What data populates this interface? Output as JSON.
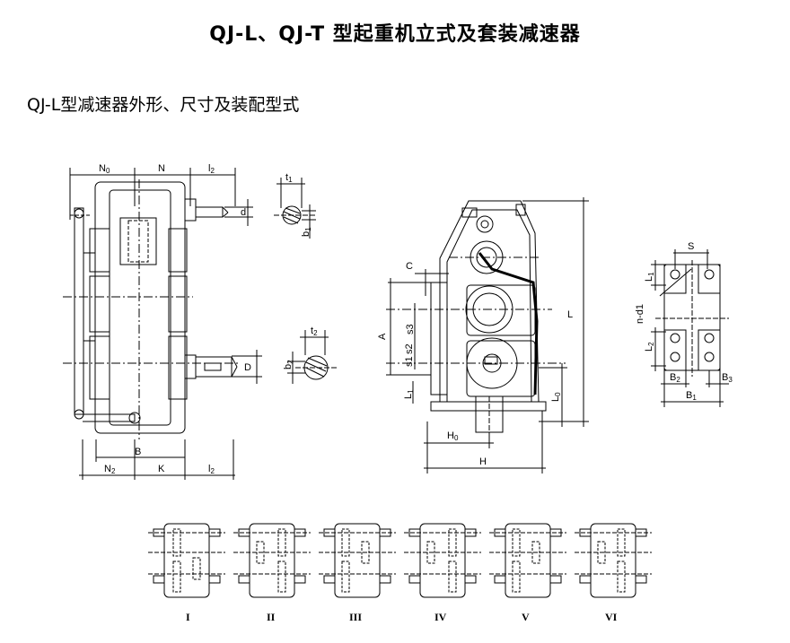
{
  "header": {
    "title": "QJ-L、QJ-T 型起重机立式及套装减速器",
    "subtitle": "QJ-L型减速器外形、尺寸及装配型式"
  },
  "dimension_labels": {
    "N0": "N",
    "N0_sub": "0",
    "N": "N",
    "l2_top": "l",
    "l2_top_sub": "2",
    "d": "d",
    "t1": "t",
    "t1_sub": "1",
    "b1": "b",
    "b1_sub": "1",
    "t2": "t",
    "t2_sub": "2",
    "b2": "b",
    "b2_sub": "2",
    "D": "D",
    "B": "B",
    "N2": "N",
    "N2_sub": "2",
    "K": "K",
    "l2_bottom": "l",
    "l2_bottom_sub": "2",
    "C": "C",
    "A": "A",
    "s3": "s3",
    "s2": "s2",
    "s1": "s1",
    "L1_side": "L",
    "L1_side_sub": "1",
    "L0": "L",
    "L0_sub": "0",
    "L": "L",
    "H0": "H",
    "H0_sub": "0",
    "H": "H",
    "S": "S",
    "L1_plan": "L",
    "L1_plan_sub": "1",
    "nd1": "n-d1",
    "L2": "L",
    "L2_sub": "2",
    "B2": "B",
    "B2_sub": "2",
    "B3": "B",
    "B3_sub": "3",
    "B1": "B",
    "B1_sub": "1"
  },
  "assembly_types": [
    "I",
    "II",
    "III",
    "IV",
    "V",
    "VI"
  ]
}
